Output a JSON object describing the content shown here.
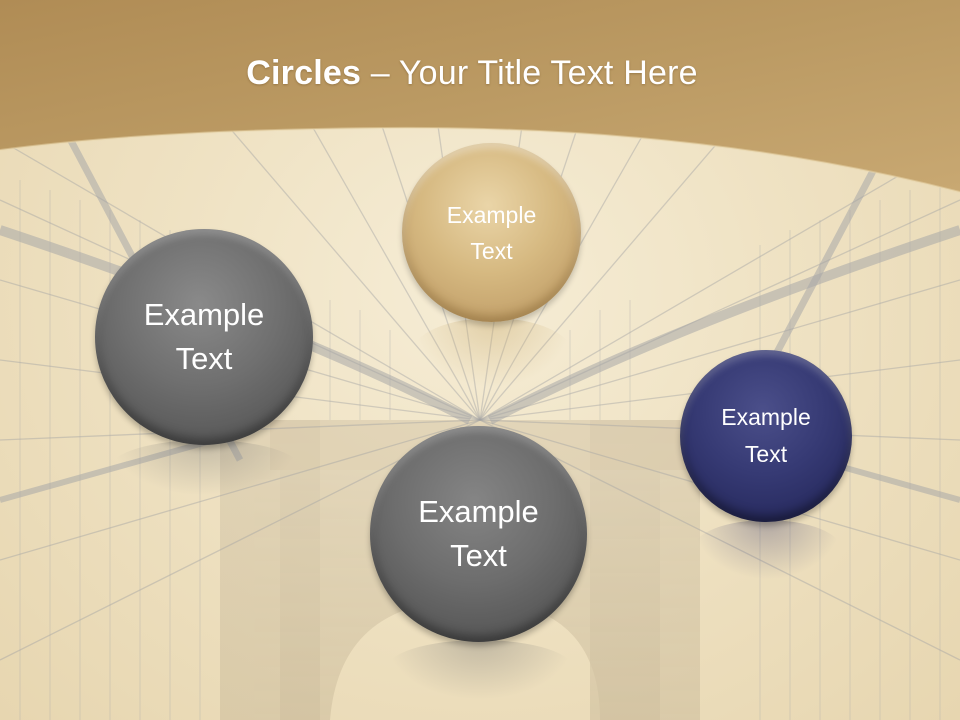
{
  "slide": {
    "title_bold": "Circles",
    "title_rest": " – Your Title Text Here",
    "circles": [
      {
        "line1": "Example",
        "line2": "Text",
        "color": "#6f6f6f"
      },
      {
        "line1": "Example",
        "line2": "Text",
        "color": "#d6b981"
      },
      {
        "line1": "Example",
        "line2": "Text",
        "color": "#6d6d6d"
      },
      {
        "line1": "Example",
        "line2": "Text",
        "color": "#363a74"
      }
    ]
  },
  "colors": {
    "header": "#b8965a",
    "background": "#efe2c3"
  },
  "background_image": "bridge-cables-photo"
}
